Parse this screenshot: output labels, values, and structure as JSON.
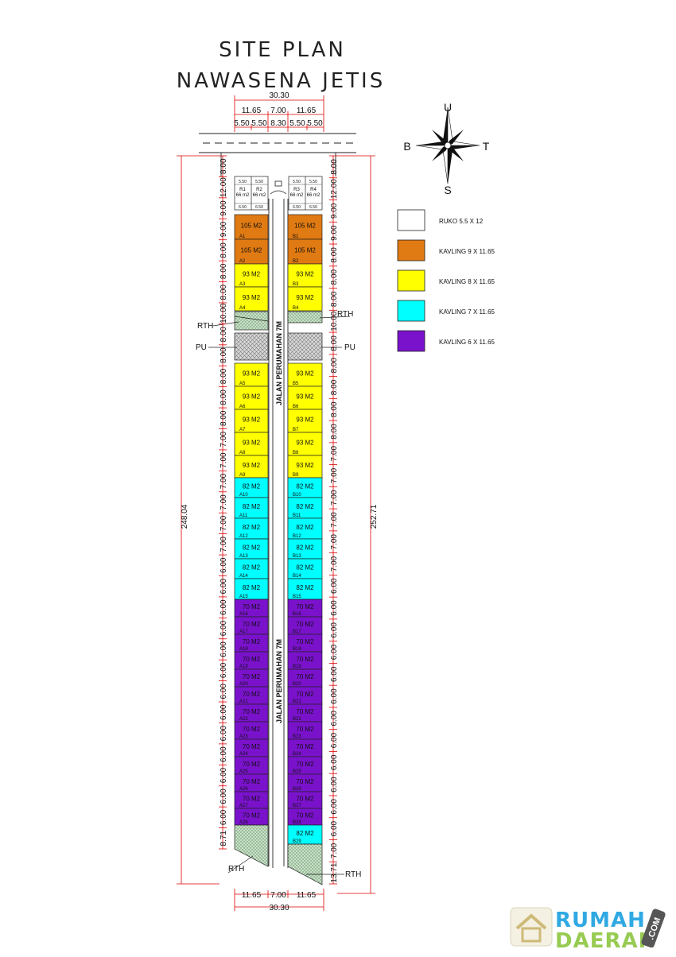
{
  "title": {
    "line1": "SITE PLAN",
    "line2": "NAWASENA JETIS"
  },
  "top_dims": {
    "total": "30.30",
    "row2": [
      "11.65",
      "7.00",
      "11.65"
    ],
    "row3": [
      "5.50",
      "5.50",
      "8.30",
      "5.50",
      "5.50"
    ]
  },
  "bottom_dims": {
    "row1": [
      "11.65",
      "7.00",
      "11.65"
    ],
    "total": "30.30"
  },
  "overall_left": "248.04",
  "overall_right": "252.71",
  "compass": {
    "north": "U",
    "south": "S",
    "west": "B",
    "east": "T"
  },
  "road_labels": [
    "JALAN PERUMAHAN 7M",
    "JALAN PERUMAHAN 7M"
  ],
  "callouts": {
    "rth_upper_left": "RTH",
    "rth_upper_right": "RTH",
    "pu_left": "PU",
    "pu_right": "PU",
    "rth_bottom_left": "RTH",
    "rth_bottom_right": "RTH"
  },
  "ruko": [
    {
      "id": "R1",
      "area": "66 m2"
    },
    {
      "id": "R2",
      "area": "66 m2"
    },
    {
      "id": "R3",
      "area": "66 m2"
    },
    {
      "id": "R4",
      "area": "66 m2"
    }
  ],
  "ruko_small_dims": [
    "5.50",
    "5.50",
    "5.50",
    "5.50",
    "6.50",
    "6.50",
    "6.50",
    "6.50"
  ],
  "colors": {
    "ruko": "#ffffff",
    "k9": "#e07a12",
    "k8": "#ffff00",
    "k7": "#00ffff",
    "k6": "#7a12cc",
    "pu": "#cfcfcf",
    "rth": "#b8d8b8"
  },
  "legend": [
    {
      "label": "RUKO 5.5 X 12",
      "color": "#ffffff"
    },
    {
      "label": "KAVLING 9 X 11.65",
      "color": "#e07a12"
    },
    {
      "label": "KAVLING 8 X 11.65",
      "color": "#ffff00"
    },
    {
      "label": "KAVLING 7 X 11.65",
      "color": "#00ffff"
    },
    {
      "label": "KAVLING 6 X 11.65",
      "color": "#7a12cc"
    }
  ],
  "left_dims": [
    "8.00",
    "12.00",
    "9.00",
    "9.00",
    "8.00",
    "8.00",
    "8.00",
    "10.00",
    "8.00",
    "8.00",
    "8.00",
    "8.00",
    "8.00",
    "7.00",
    "7.00",
    "7.00",
    "7.00",
    "7.00",
    "7.00",
    "6.00",
    "6.00",
    "6.00",
    "6.00",
    "6.00",
    "6.00",
    "6.00",
    "6.00",
    "6.00",
    "6.00",
    "6.00",
    "6.00",
    "6.00",
    "8.71"
  ],
  "right_dims": [
    "8.00",
    "12.00",
    "9.00",
    "9.00",
    "8.00",
    "8.00",
    "8.00",
    "10.00",
    "8.00",
    "8.00",
    "8.00",
    "8.00",
    "8.00",
    "7.00",
    "7.00",
    "7.00",
    "7.00",
    "7.00",
    "7.00",
    "6.00",
    "6.00",
    "6.00",
    "6.00",
    "6.00",
    "6.00",
    "6.00",
    "6.00",
    "6.00",
    "6.00",
    "6.00",
    "6.00",
    "7.00",
    "13.71"
  ],
  "lots_a": [
    {
      "id": "A1",
      "area": "105 M2",
      "type": "k9"
    },
    {
      "id": "A2",
      "area": "105 M2",
      "type": "k9"
    },
    {
      "id": "A3",
      "area": "93 M2",
      "type": "k8"
    },
    {
      "id": "A4",
      "area": "93 M2",
      "type": "k8"
    },
    {
      "id": "A5",
      "area": "93 M2",
      "type": "k8"
    },
    {
      "id": "A6",
      "area": "93 M2",
      "type": "k8"
    },
    {
      "id": "A7",
      "area": "93 M2",
      "type": "k8"
    },
    {
      "id": "A8",
      "area": "93 M2",
      "type": "k8"
    },
    {
      "id": "A9",
      "area": "93 M2",
      "type": "k8"
    },
    {
      "id": "A10",
      "area": "82 M2",
      "type": "k7"
    },
    {
      "id": "A11",
      "area": "82 M2",
      "type": "k7"
    },
    {
      "id": "A12",
      "area": "82 M2",
      "type": "k7"
    },
    {
      "id": "A13",
      "area": "82 M2",
      "type": "k7"
    },
    {
      "id": "A14",
      "area": "82 M2",
      "type": "k7"
    },
    {
      "id": "A15",
      "area": "82 M2",
      "type": "k7"
    },
    {
      "id": "A16",
      "area": "70 M2",
      "type": "k6"
    },
    {
      "id": "A17",
      "area": "70 M2",
      "type": "k6"
    },
    {
      "id": "A18",
      "area": "70 M2",
      "type": "k6"
    },
    {
      "id": "A19",
      "area": "70 M2",
      "type": "k6"
    },
    {
      "id": "A20",
      "area": "70 M2",
      "type": "k6"
    },
    {
      "id": "A21",
      "area": "70 M2",
      "type": "k6"
    },
    {
      "id": "A22",
      "area": "70 M2",
      "type": "k6"
    },
    {
      "id": "A23",
      "area": "70 M2",
      "type": "k6"
    },
    {
      "id": "A24",
      "area": "70 M2",
      "type": "k6"
    },
    {
      "id": "A25",
      "area": "70 M2",
      "type": "k6"
    },
    {
      "id": "A26",
      "area": "70 M2",
      "type": "k6"
    },
    {
      "id": "A27",
      "area": "70 M2",
      "type": "k6"
    },
    {
      "id": "A28",
      "area": "70 M2",
      "type": "k6"
    }
  ],
  "lots_b": [
    {
      "id": "B1",
      "area": "105 M2",
      "type": "k9"
    },
    {
      "id": "B2",
      "area": "105 M2",
      "type": "k9"
    },
    {
      "id": "B3",
      "area": "93 M2",
      "type": "k8"
    },
    {
      "id": "B4",
      "area": "93 M2",
      "type": "k8"
    },
    {
      "id": "B5",
      "area": "93 M2",
      "type": "k8"
    },
    {
      "id": "B6",
      "area": "93 M2",
      "type": "k8"
    },
    {
      "id": "B7",
      "area": "93 M2",
      "type": "k8"
    },
    {
      "id": "B8",
      "area": "93 M2",
      "type": "k8"
    },
    {
      "id": "B9",
      "area": "93 M2",
      "type": "k8"
    },
    {
      "id": "B10",
      "area": "82 M2",
      "type": "k7"
    },
    {
      "id": "B11",
      "area": "82 M2",
      "type": "k7"
    },
    {
      "id": "B12",
      "area": "82 M2",
      "type": "k7"
    },
    {
      "id": "B13",
      "area": "82 M2",
      "type": "k7"
    },
    {
      "id": "B14",
      "area": "82 M2",
      "type": "k7"
    },
    {
      "id": "B15",
      "area": "82 M2",
      "type": "k7"
    },
    {
      "id": "B16",
      "area": "70 M2",
      "type": "k6"
    },
    {
      "id": "B17",
      "area": "70 M2",
      "type": "k6"
    },
    {
      "id": "B18",
      "area": "70 M2",
      "type": "k6"
    },
    {
      "id": "B19",
      "area": "70 M2",
      "type": "k6"
    },
    {
      "id": "B20",
      "area": "70 M2",
      "type": "k6"
    },
    {
      "id": "B21",
      "area": "70 M2",
      "type": "k6"
    },
    {
      "id": "B22",
      "area": "70 M2",
      "type": "k6"
    },
    {
      "id": "B23",
      "area": "70 M2",
      "type": "k6"
    },
    {
      "id": "B24",
      "area": "70 M2",
      "type": "k6"
    },
    {
      "id": "B25",
      "area": "70 M2",
      "type": "k6"
    },
    {
      "id": "B26",
      "area": "70 M2",
      "type": "k6"
    },
    {
      "id": "B27",
      "area": "70 M2",
      "type": "k6"
    },
    {
      "id": "B28",
      "area": "70 M2",
      "type": "k6"
    },
    {
      "id": "B29",
      "area": "82 M2",
      "type": "k7"
    }
  ],
  "watermark": {
    "line1": "RUMAH",
    "line2": "DAERAH",
    "badge": ".COM"
  }
}
